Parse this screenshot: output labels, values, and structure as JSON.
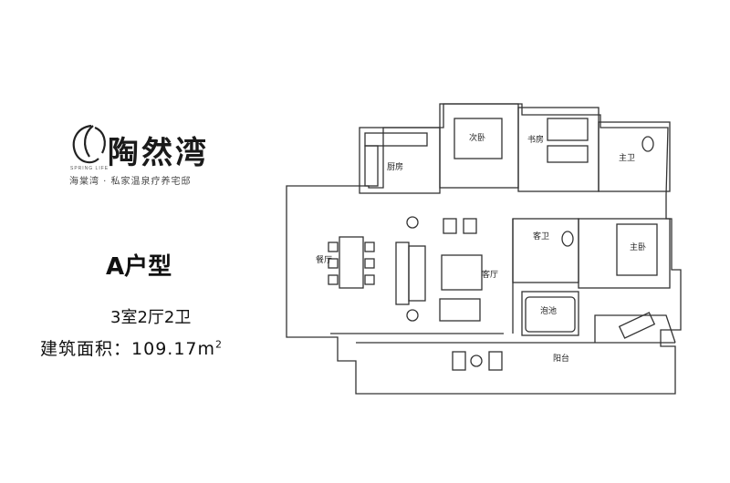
{
  "brand": {
    "title": "陶然湾",
    "english": "SPRING LIFE",
    "slogan": "海棠湾 · 私家温泉疗养宅邸"
  },
  "unit": {
    "type": "A户型",
    "layout": "3室2厅2卫",
    "area_label": "建筑面积：",
    "area_value": "109.17",
    "area_unit": "m",
    "area_unit_sup": "2"
  },
  "rooms": {
    "bedroom2": "次卧",
    "study": "书房",
    "master_bath": "主卫",
    "kitchen": "厨房",
    "guest_bath": "客卫",
    "master_bedroom": "主卧",
    "dining": "餐厅",
    "living": "客厅",
    "hot_pool": "泡池",
    "balcony": "阳台"
  }
}
